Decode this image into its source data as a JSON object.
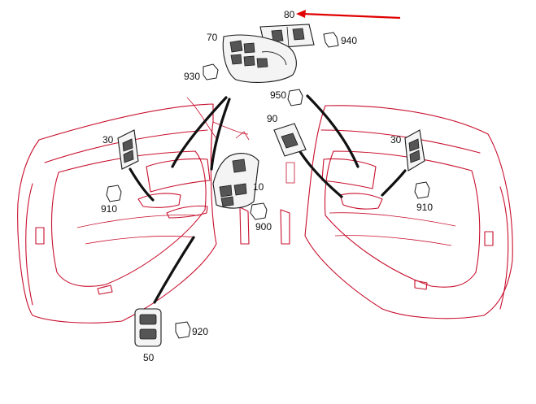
{
  "labels": {
    "p80": "80",
    "p70": "70",
    "p940": "940",
    "p930": "930",
    "p950": "950",
    "p90": "90",
    "p30_left": "30",
    "p30_right": "30",
    "p910_left": "910",
    "p910_right": "910",
    "p10": "10",
    "p900": "900",
    "p920": "920",
    "p50": "50"
  },
  "colors": {
    "door_outline": "#c8102e",
    "callout_arrow": "#e00000",
    "part_outline": "#1a1a1a"
  }
}
